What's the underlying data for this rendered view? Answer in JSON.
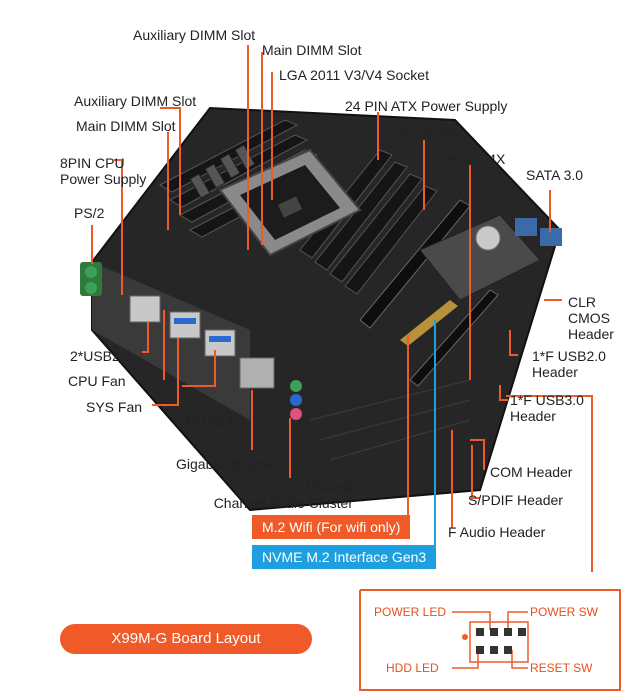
{
  "labels": {
    "aux_dimm_top": "Auxiliary DIMM Slot",
    "main_dimm_top": "Main DIMM Slot",
    "lga_socket": "LGA 2011 V3/V4 Socket",
    "atx_power": "24 PIN ATX Power Supply",
    "aux_dimm_left": "Auxiliary DIMM Slot",
    "main_dimm_left": "Main DIMM Slot",
    "pcie16": "PCI-E 16X",
    "cpu_power": "8PIN CPU\nPower Supply",
    "pcie4": "PCI-E 4X",
    "sata": "SATA 3.0",
    "ps2": "PS/2",
    "clr_cmos": "CLR CMOS\nHeader",
    "usb20_rear": "2*USB2.0",
    "cpu_fan": "CPU Fan",
    "usb20_front": "1*F USB2.0\nHeader",
    "sys_fan": "SYS Fan",
    "usb30_front": "1*F USB3.0\nHeader",
    "usb30_rear": "4*USB3.0",
    "ethernet": "Gigabit Ethernet",
    "audio": "5.1Sound\nChannel Audio Cluster",
    "com": "COM Header",
    "spdif": "S/PDIF Header",
    "f_audio": "F Audio Header"
  },
  "banners": {
    "m2_wifi": "M.2 Wifi (For wifi only)",
    "nvme": "NVME M.2 Interface Gen3"
  },
  "title": "X99M-G  Board Layout",
  "panel": {
    "power_led": "POWER LED",
    "power_sw": "POWER SW",
    "hdd_led": "HDD  LED",
    "reset_sw": "RESET SW"
  },
  "colors": {
    "accent": "#f05a28",
    "wifi_banner": "#f05a28",
    "nvme_banner": "#1ea0e0",
    "board": "#2a2a2a"
  }
}
